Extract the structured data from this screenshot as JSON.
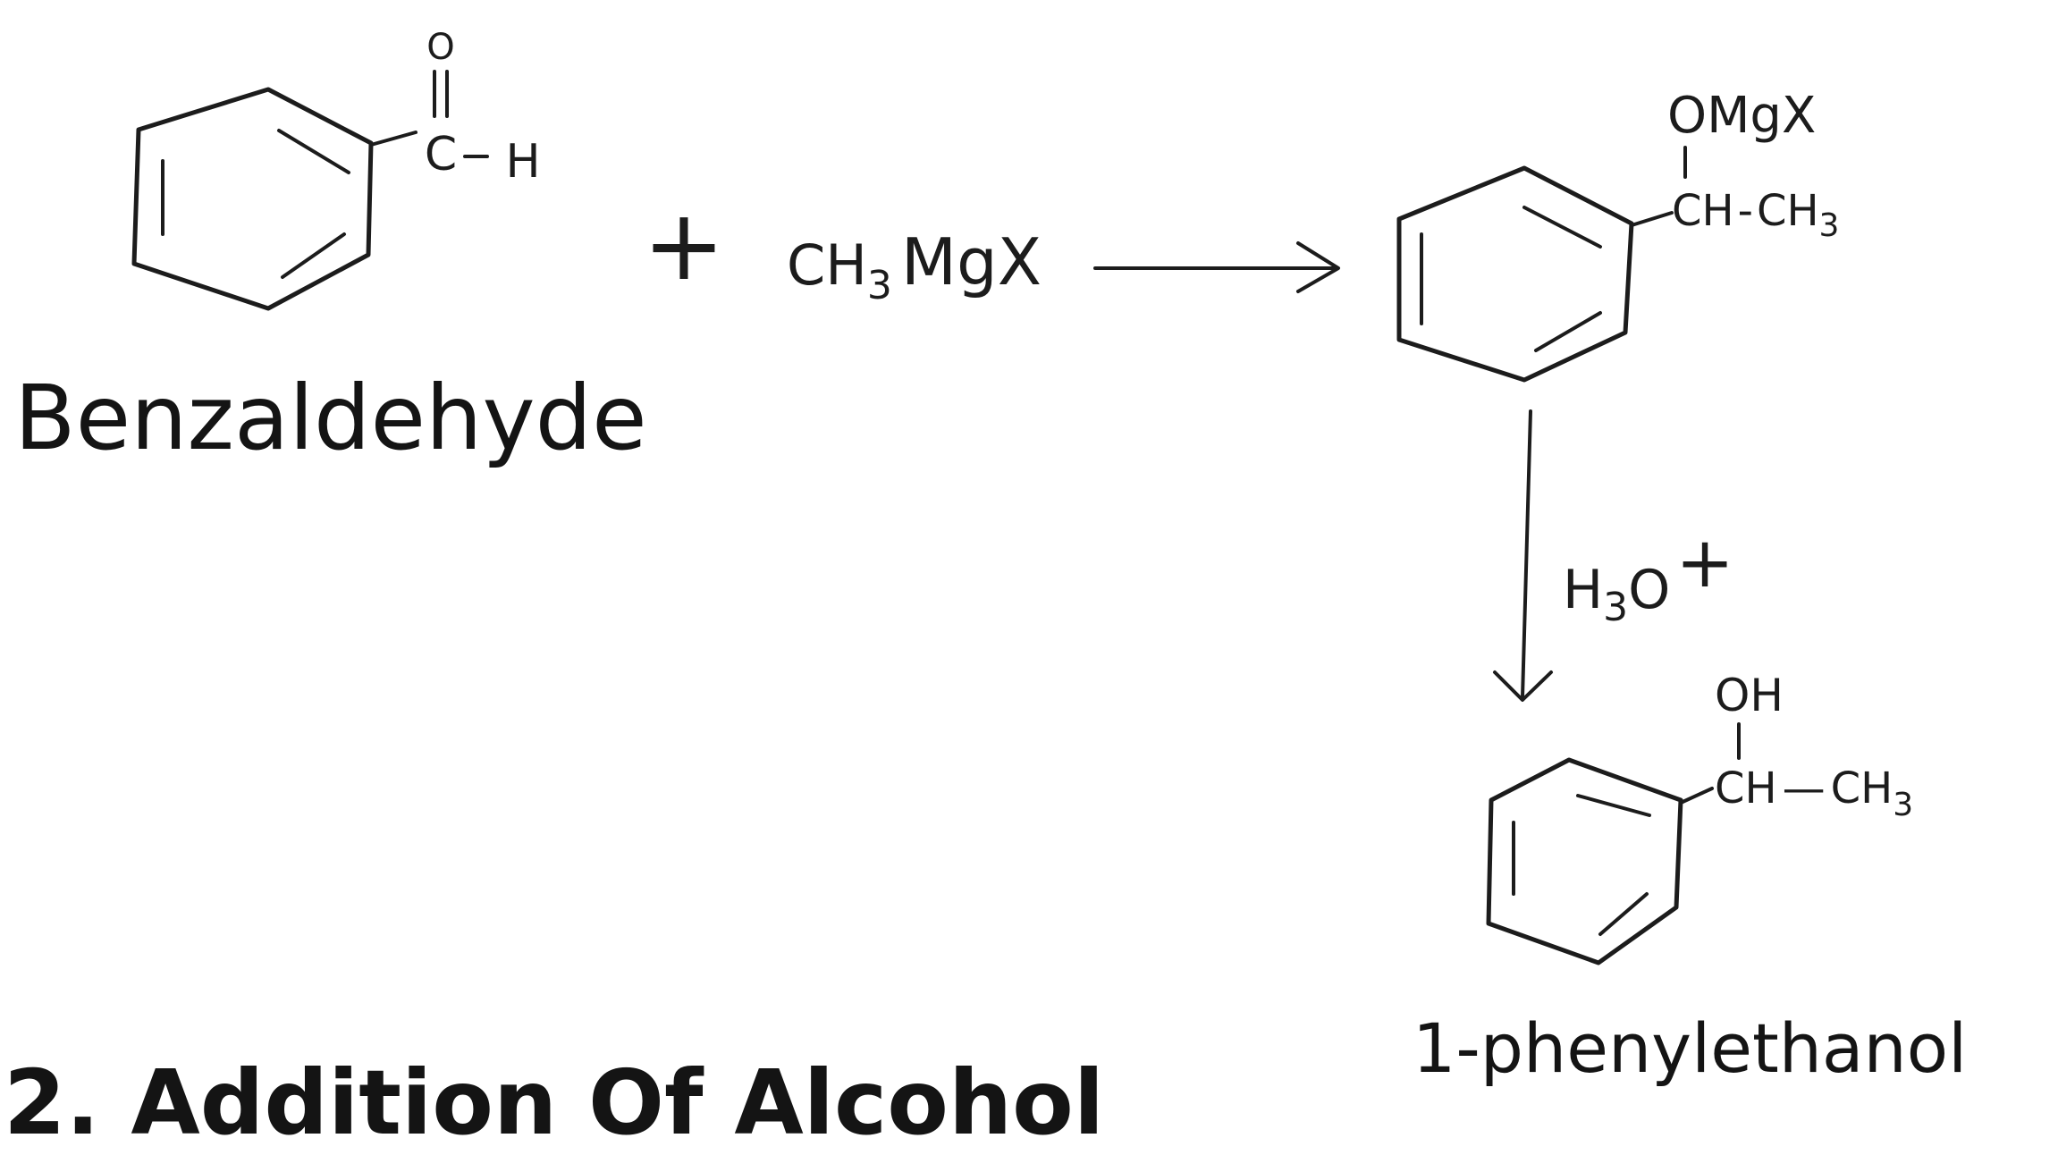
{
  "reactant": {
    "carbonyl_o": "O",
    "carbonyl_c": "C",
    "carbonyl_h": "H",
    "name": "Benzaldehyde"
  },
  "plus_sign": "+",
  "reagent": {
    "c": "CH",
    "sub3": "3",
    "rest": "MgX"
  },
  "intermediate": {
    "omgx": "OMgX",
    "ch": "CH",
    "dash": "-",
    "ch3": "CH",
    "sub3": "3"
  },
  "step2_reagent": {
    "h": "H",
    "sub3": "3",
    "o": "O",
    "plus": "+"
  },
  "product": {
    "oh": "OH",
    "ch": "CH",
    "dash": "—",
    "ch3": "CH",
    "sub3": "3",
    "name": "1-phenylethanol"
  },
  "section_heading": "2. Addition Of Alcohol"
}
